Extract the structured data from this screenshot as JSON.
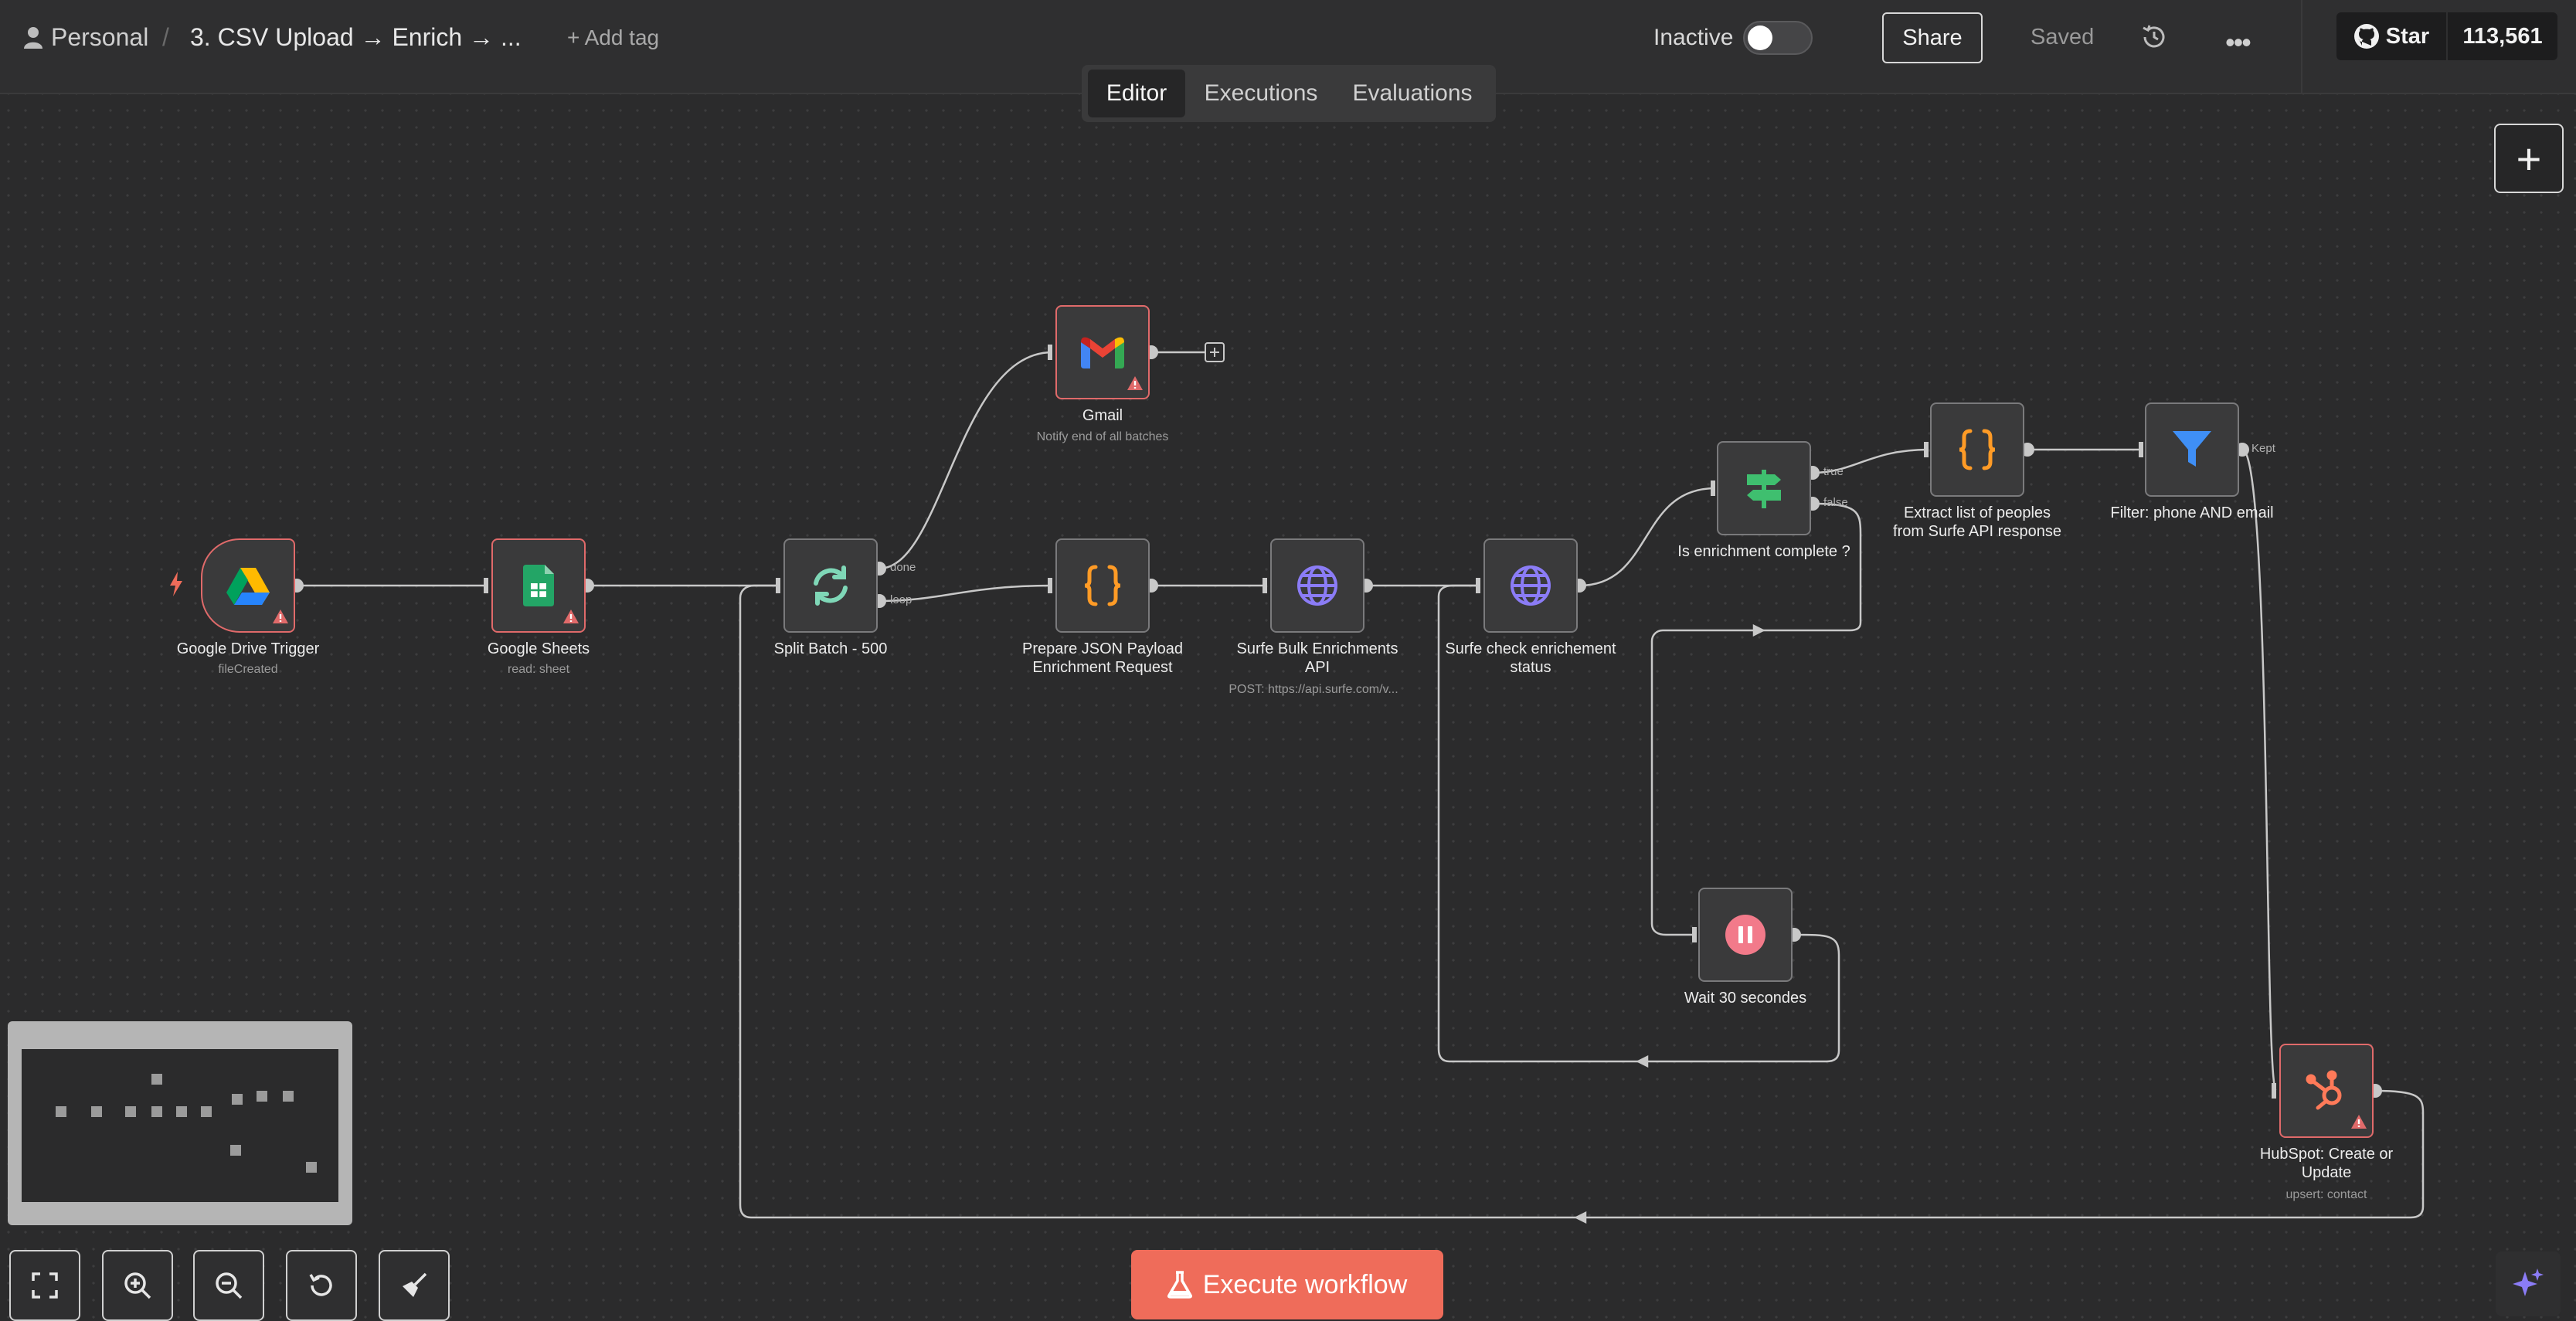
{
  "header": {
    "project": "Personal",
    "separator": "/",
    "workflow_title": "3. CSV Upload → Enrich → ...",
    "add_tag": "+ Add tag",
    "status_label": "Inactive",
    "active": false,
    "share": "Share",
    "saved": "Saved",
    "more": "•••",
    "github_star": "Star",
    "github_count": "113,561"
  },
  "tabs": [
    {
      "label": "Editor",
      "active": true
    },
    {
      "label": "Executions",
      "active": false
    },
    {
      "label": "Evaluations",
      "active": false
    }
  ],
  "nodes": {
    "gdrive": {
      "label": "Google Drive Trigger",
      "sub": "fileCreated",
      "icon": "google-drive-icon",
      "error": true
    },
    "gsheets": {
      "label": "Google Sheets",
      "sub": "read: sheet",
      "icon": "google-sheets-icon",
      "error": true
    },
    "split": {
      "label": "Split Batch - 500",
      "icon": "loop-icon",
      "port_done": "done",
      "port_loop": "loop"
    },
    "gmail": {
      "label": "Gmail",
      "sub": "Notify end of all batches",
      "icon": "gmail-icon",
      "error": true
    },
    "prepare": {
      "label1": "Prepare JSON Payload",
      "label2": "Enrichment Request",
      "icon": "code-braces-icon"
    },
    "surfe_bulk": {
      "label1": "Surfe Bulk Enrichments",
      "label2": "API",
      "sub": "POST: https://api.surfe.com/v...",
      "icon": "globe-icon"
    },
    "surfe_check": {
      "label1": "Surfe check enrichement",
      "label2": "status",
      "icon": "globe-icon"
    },
    "if_complete": {
      "label": "Is enrichment complete ?",
      "icon": "signpost-icon",
      "port_true": "true",
      "port_false": "false"
    },
    "extract": {
      "label1": "Extract list of peoples",
      "label2": "from Surfe API response",
      "icon": "code-braces-icon"
    },
    "filter": {
      "label": "Filter: phone AND email",
      "icon": "filter-icon",
      "port_kept": "Kept"
    },
    "wait": {
      "label": "Wait 30 secondes",
      "icon": "pause-icon"
    },
    "hubspot": {
      "label1": "HubSpot: Create or",
      "label2": "Update",
      "sub": "upsert: contact",
      "icon": "hubspot-icon",
      "error": true
    }
  },
  "execute_button": "Execute workflow",
  "colors": {
    "canvas": "#2b2b2c",
    "node_bg": "#3a3a3b",
    "node_border": "#7a7a7c",
    "error": "#e06a6a",
    "accent": "#ef6c5a"
  }
}
